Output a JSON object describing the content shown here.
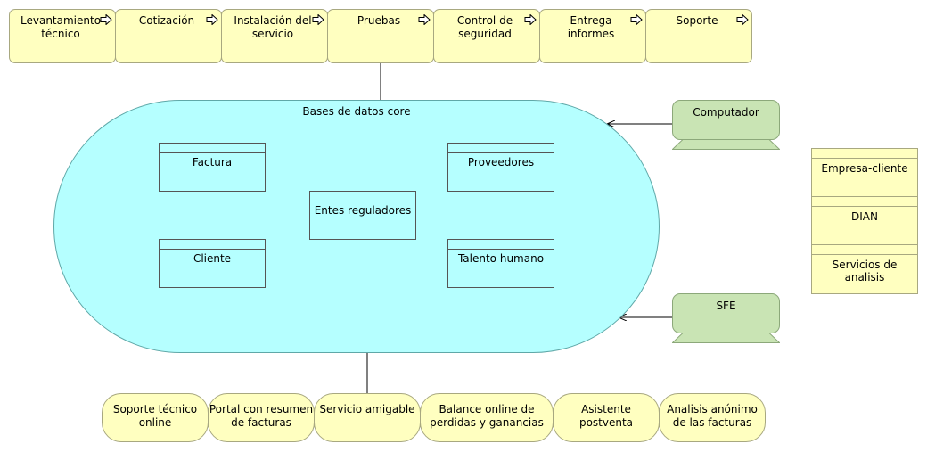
{
  "processes": [
    {
      "label": "Levantamiento técnico"
    },
    {
      "label": "Cotización"
    },
    {
      "label": "Instalación del servicio"
    },
    {
      "label": "Pruebas"
    },
    {
      "label": "Control de seguridad"
    },
    {
      "label": "Entrega informes"
    },
    {
      "label": "Soporte"
    }
  ],
  "datastore": {
    "title": "Bases de datos core",
    "tables": [
      {
        "label": "Factura"
      },
      {
        "label": "Proveedores"
      },
      {
        "label": "Entes reguladores"
      },
      {
        "label": "Cliente"
      },
      {
        "label": "Talento humano"
      }
    ]
  },
  "nodes": [
    {
      "label": "Computador"
    },
    {
      "label": "SFE"
    }
  ],
  "stakeholders": [
    {
      "label": "Empresa-cliente"
    },
    {
      "label": "DIAN"
    },
    {
      "label": "Servicios de analisis"
    }
  ],
  "services": [
    {
      "label": "Soporte técnico online"
    },
    {
      "label": "Portal con resumen de facturas"
    },
    {
      "label": "Servicio amigable"
    },
    {
      "label": "Balance online de perdidas y ganancias"
    },
    {
      "label": "Asistente postventa"
    },
    {
      "label": "Analisis anónimo de las facturas"
    }
  ],
  "colors": {
    "process_fill": "#ffffc0",
    "datastore_fill": "#b5ffff",
    "node_fill": "#c9e4b4"
  }
}
